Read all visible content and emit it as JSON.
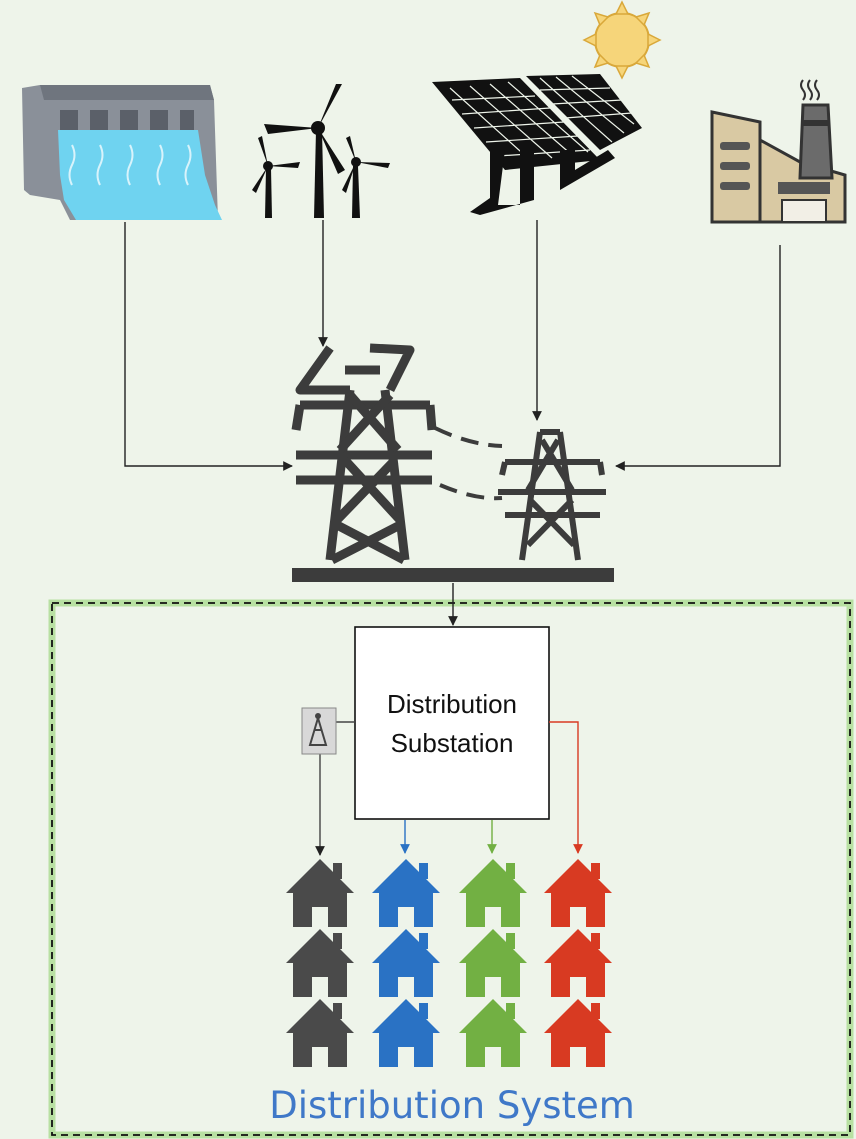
{
  "substation": {
    "line1": "Distribution",
    "line2": "Substation"
  },
  "system_label": "Distribution System",
  "sources": {
    "hydro": "hydro-dam-icon",
    "wind": "wind-turbine-icon",
    "solar": "solar-panel-icon",
    "sun": "sun-icon",
    "factory": "factory-icon"
  },
  "transmission": "transmission-tower-icon",
  "house_icon": "house-icon",
  "feeders": [
    {
      "name": "gray",
      "color": "#4a4a4a"
    },
    {
      "name": "blue",
      "color": "#2a72c4"
    },
    {
      "name": "green",
      "color": "#72b043"
    },
    {
      "name": "red",
      "color": "#d83a22"
    }
  ],
  "colors": {
    "background": "#eef4ea",
    "label": "#3f78c8",
    "tower": "#3c3c3c",
    "water": "#6fd3f0",
    "dam": "#8a9099",
    "sun": "#f6d57a",
    "factory": "#d9c9a3",
    "boundary_glow": "#a5d98a"
  }
}
